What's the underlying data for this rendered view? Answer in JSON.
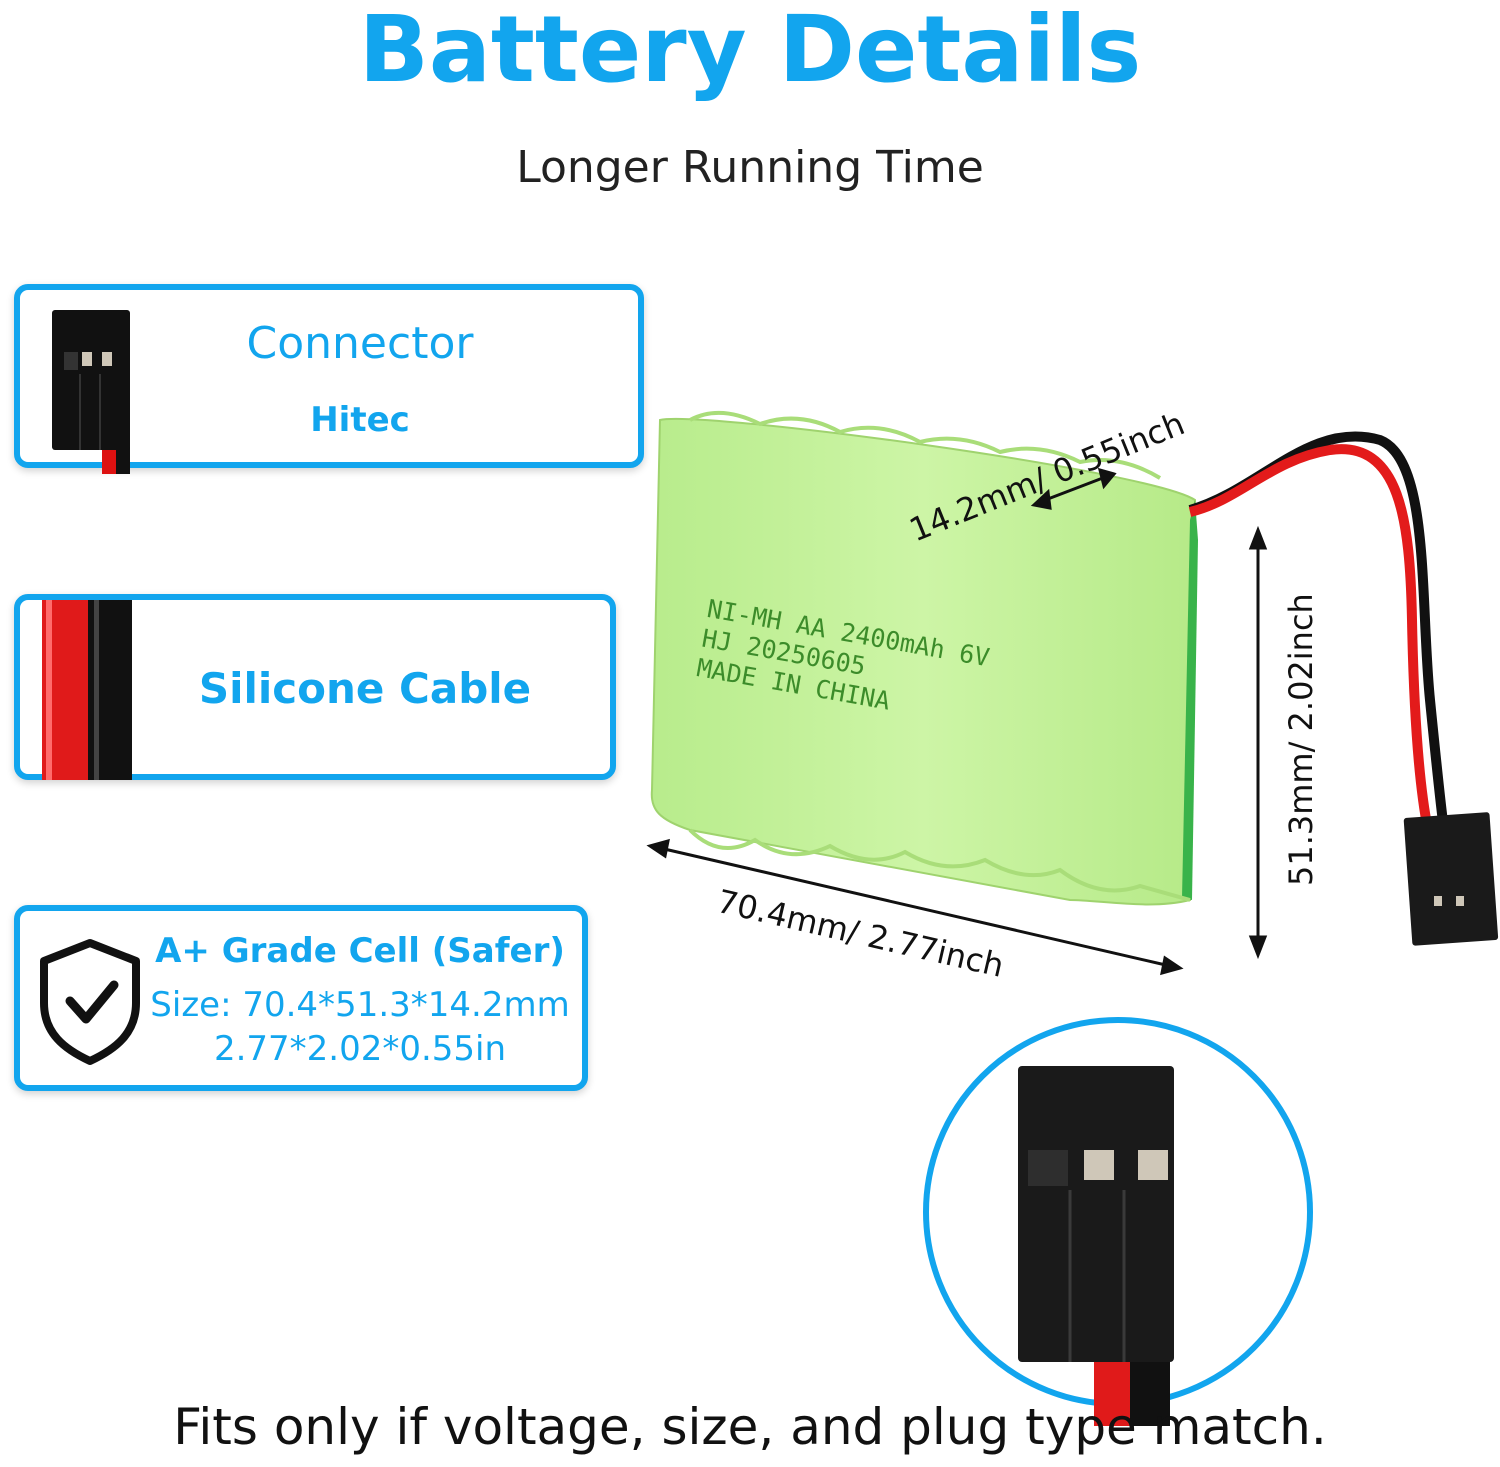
{
  "title": "Battery Details",
  "subtitle": "Longer Running Time",
  "cards": {
    "connector": {
      "title": "Connector",
      "value": "Hitec"
    },
    "cable": {
      "title": "Silicone Cable"
    },
    "cell": {
      "title": "A+ Grade Cell (Safer)",
      "size_mm": "Size: 70.4*51.3*14.2mm",
      "size_in": "2.77*2.02*0.55in"
    }
  },
  "battery_label": {
    "line1": "NI-MH AA 2400mAh 6V",
    "line2": "HJ 20250605",
    "line3": "MADE IN CHINA"
  },
  "dimensions": {
    "thickness": "14.2mm/ 0.55inch",
    "height": "51.3mm/ 2.02inch",
    "width": "70.4mm/ 2.77inch"
  },
  "footer": "Fits only if voltage, size, and plug type match.",
  "colors": {
    "accent": "#12a5ee",
    "battery": "#c4f29a",
    "wire_red": "#e11b1b",
    "wire_black": "#1a1a1a"
  },
  "icons": [
    "shield-check-icon",
    "connector-icon",
    "cable-icon"
  ]
}
